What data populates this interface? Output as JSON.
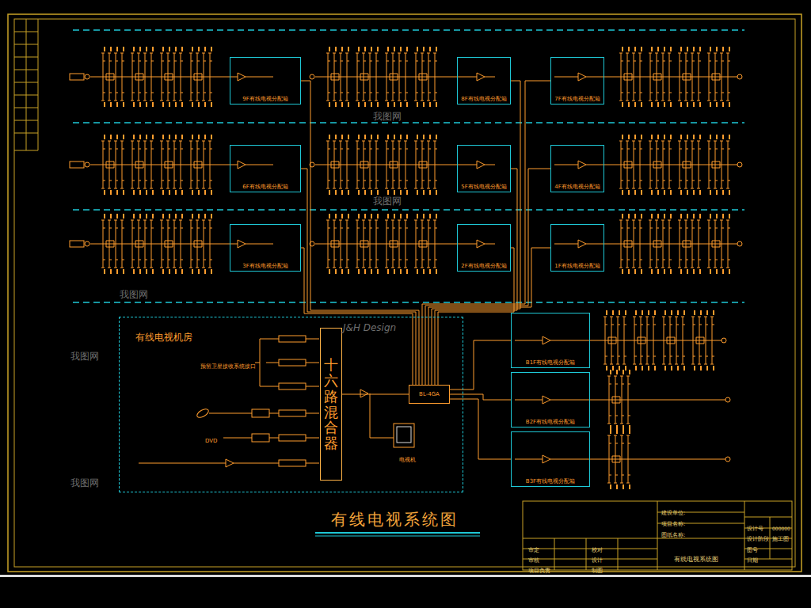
{
  "diagram": {
    "title": "有线电视系统图",
    "nodes": [
      {
        "text": [
          "9F有线电视分配箱"
        ]
      },
      {
        "text": [
          "8F有线电视分配箱"
        ]
      },
      {
        "text": [
          "7F有线电视分配箱"
        ]
      },
      {
        "text": [
          "6F有线电视分配箱"
        ]
      },
      {
        "text": [
          "5F有线电视分配箱"
        ]
      },
      {
        "text": [
          "4F有线电视分配箱"
        ]
      },
      {
        "text": [
          "3F有线电视分配箱"
        ]
      },
      {
        "text": [
          "2F有线电视分配箱"
        ]
      },
      {
        "text": [
          "1F有线电视分配箱"
        ]
      },
      {
        "text": [
          "有线电视机房"
        ]
      },
      {
        "text": [
          "十六路混合器"
        ],
        "in": 9
      },
      {
        "text": [
          "BL-4GA"
        ],
        "in": 9
      },
      {
        "text": [
          "B1F有线电视分配箱"
        ]
      },
      {
        "text": [
          "B2F有线电视分配箱"
        ]
      },
      {
        "text": [
          "B3F有线电视分配箱"
        ]
      }
    ],
    "edges": [
      {
        "from": 10,
        "to": 11,
        "arrow": "none"
      },
      {
        "from": 11,
        "to": 0,
        "arrow": "none"
      },
      {
        "from": 11,
        "to": 1,
        "arrow": "none"
      },
      {
        "from": 11,
        "to": 2,
        "arrow": "none"
      },
      {
        "from": 11,
        "to": 3,
        "arrow": "none"
      },
      {
        "from": 11,
        "to": 4,
        "arrow": "none"
      },
      {
        "from": 11,
        "to": 5,
        "arrow": "none"
      },
      {
        "from": 11,
        "to": 6,
        "arrow": "none"
      },
      {
        "from": 11,
        "to": 7,
        "arrow": "none"
      },
      {
        "from": 11,
        "to": 8,
        "arrow": "none"
      },
      {
        "from": 11,
        "to": 12,
        "arrow": "none"
      },
      {
        "from": 11,
        "to": 13,
        "arrow": "none"
      },
      {
        "from": 11,
        "to": 14,
        "arrow": "none"
      }
    ],
    "labels": [
      "预留卫星接收系统接口",
      "DVD",
      "电视机",
      "建设单位:",
      "项目名称:",
      "图纸名称:",
      "设计号",
      "000000",
      "设计阶段",
      "施工图",
      "图号",
      "日期",
      "审定",
      "校对",
      "审核",
      "设计",
      "项目负责",
      "制图",
      "有线电视系统图",
      "我图网",
      "我图网",
      "我图网",
      "我图网",
      "我图网",
      "J&H Design"
    ]
  }
}
